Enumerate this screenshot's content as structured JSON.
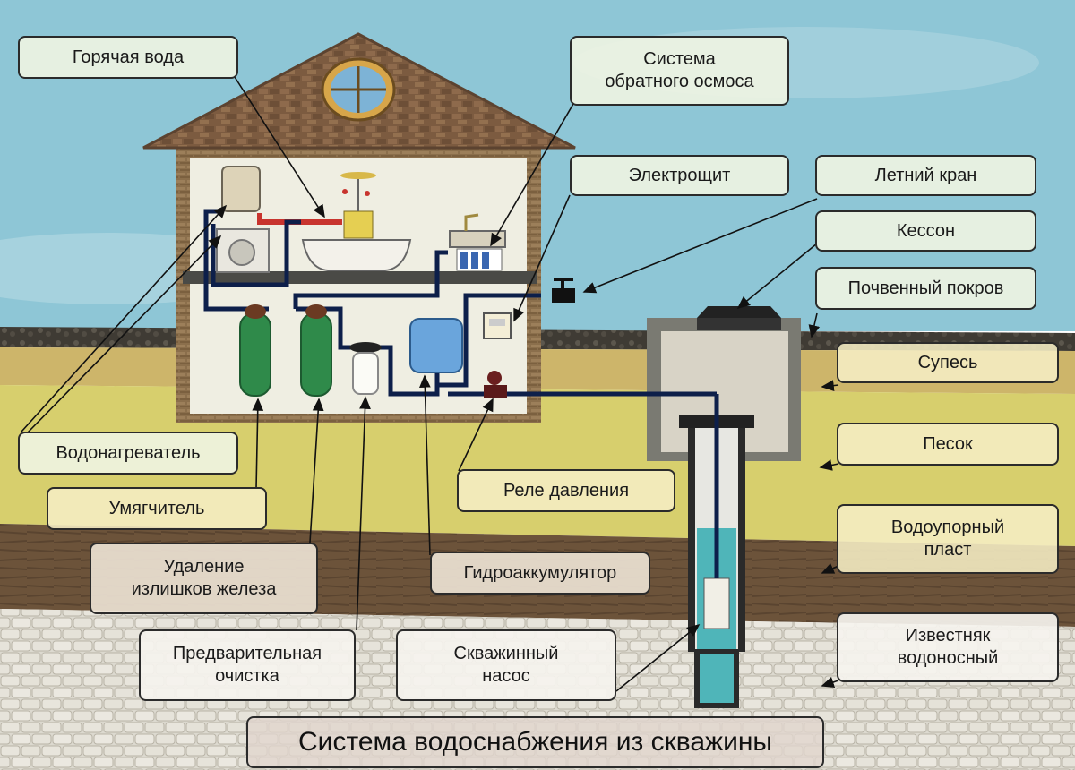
{
  "title": "Система водоснабжения из скважины",
  "labels": {
    "hot_water": "Горячая вода",
    "reverse_osmosis": "Система\nобратного осмоса",
    "electrical_panel": "Электрощит",
    "summer_tap": "Летний кран",
    "caisson": "Кессон",
    "topsoil": "Почвенный покров",
    "sandy_loam": "Супесь",
    "sand": "Песок",
    "aquitard": "Водоупорный\nпласт",
    "aquifer_limestone": "Известняк\nводоносный",
    "water_heater": "Водонагреватель",
    "softener": "Умягчитель",
    "iron_removal": "Удаление\nизлишков железа",
    "pre_filter": "Предварительная\nочистка",
    "well_pump": "Скважинный\nнасос",
    "pressure_switch": "Реле давления",
    "hydro_accumulator": "Гидроаккумулятор"
  },
  "colors": {
    "sky": "#8ec6d6",
    "roof": "#7a5a3f",
    "house_wall": "#8c7350",
    "interior": "#efeee2",
    "topsoil": "#3e3a33",
    "sandy_loam": "#cdb56a",
    "sand": "#d8cf6c",
    "aquitard": "#6b5239",
    "limestone": "#d9d6cc",
    "pipe": "#0d1f4a",
    "hot_pipe": "#c8342e",
    "well_water": "#4fb5b9",
    "filter_green": "#2f8a4a",
    "tank_blue": "#6aa5dc"
  },
  "icons": [
    "window-icon",
    "water-heater-icon",
    "washing-machine-icon",
    "bathtub-icon",
    "sink-icon",
    "ro-filter-icon",
    "valve-icon",
    "electrical-panel-icon",
    "pressure-tank-icon",
    "pressure-switch-icon",
    "pump-icon"
  ]
}
